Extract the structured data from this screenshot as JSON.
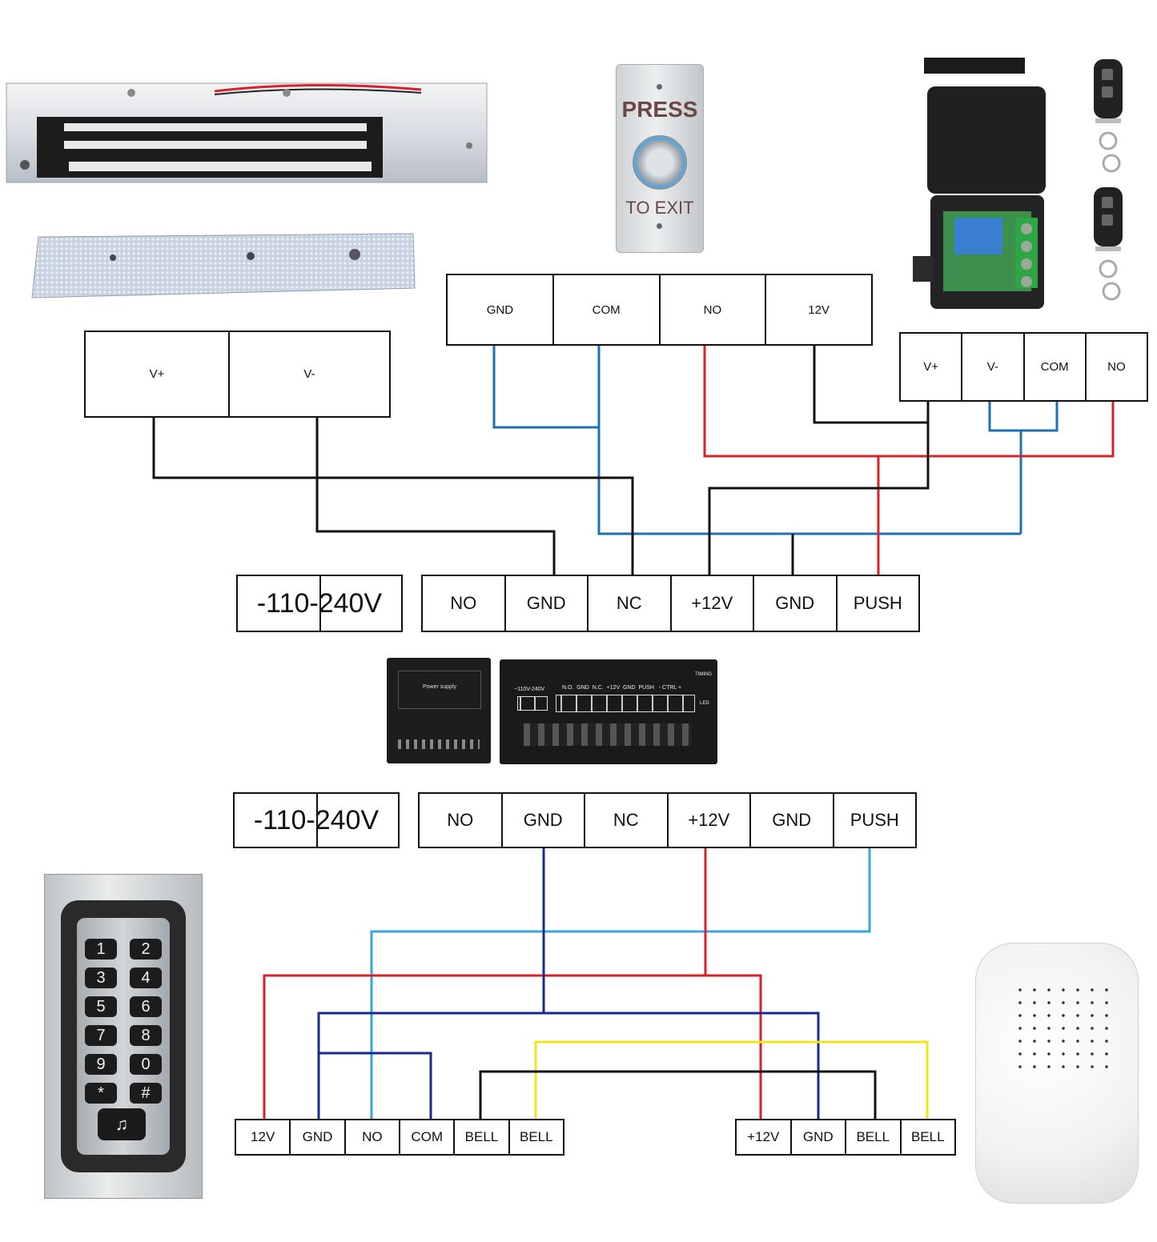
{
  "button": {
    "press": "PRESS",
    "to_exit": "TO EXIT"
  },
  "exit_button_terminals": [
    "GND",
    "COM",
    "NO",
    "12V"
  ],
  "lock_terminals": [
    "V+",
    "V-"
  ],
  "remote_terminals": [
    "V+",
    "V-",
    "COM",
    "NO"
  ],
  "psu_top": {
    "voltage": "-110-240V",
    "terminals": [
      "NO",
      "GND",
      "NC",
      "+12V",
      "GND",
      "PUSH"
    ]
  },
  "psu_bottom": {
    "voltage": "-110-240V",
    "terminals": [
      "NO",
      "GND",
      "NC",
      "+12V",
      "GND",
      "PUSH"
    ]
  },
  "psu_device": {
    "label_input": "~110V-240V",
    "label_outputs": "N.O.  GND  N.C.  +12V  GND  PUSH   - CTRL +",
    "timing": "TIMING",
    "led": "LED",
    "front_title": "Power supply"
  },
  "keypad": {
    "keys": [
      "1",
      "2",
      "3",
      "4",
      "5",
      "6",
      "7",
      "8",
      "9",
      "0",
      "*",
      "#"
    ]
  },
  "keypad_terminals": [
    "12V",
    "GND",
    "NO",
    "COM",
    "BELL",
    "BELL"
  ],
  "bell_terminals": [
    "+12V",
    "GND",
    "BELL",
    "BELL"
  ],
  "colors": {
    "black": "#111111",
    "blue": "#1f6fb5",
    "red": "#d8212a",
    "navy": "#1a2a8a",
    "light_blue": "#36a6dc",
    "yellow": "#f2e51c"
  }
}
